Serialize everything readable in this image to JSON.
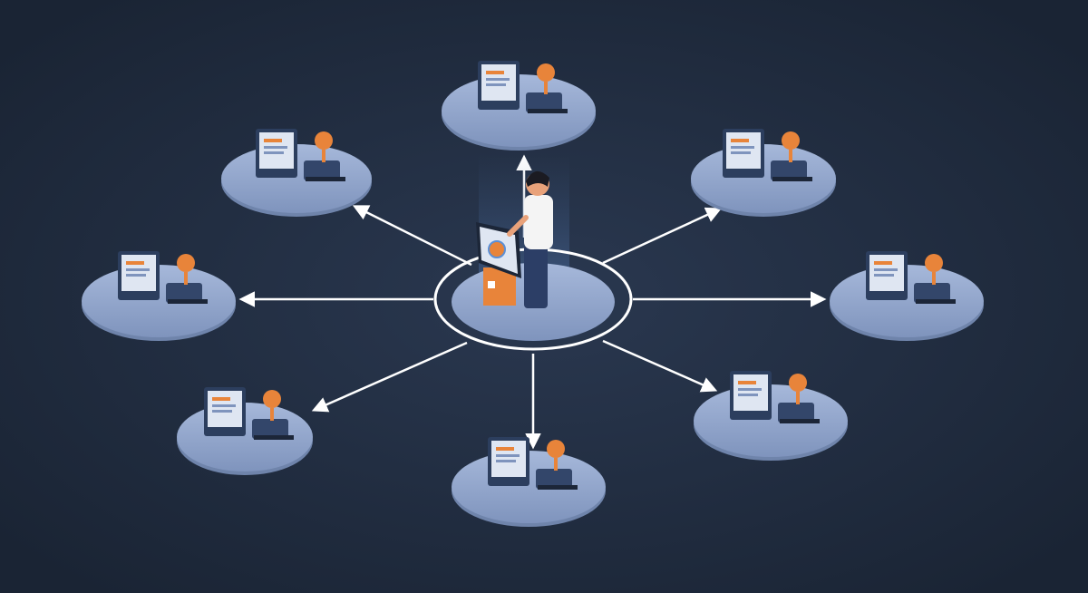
{
  "colors": {
    "background": "#1f2b3d",
    "platform": "#8fa3c8",
    "platform_edge": "#6f84ab",
    "ring": "#ffffff",
    "arrow": "#ffffff",
    "accent_orange": "#e8843a",
    "navy": "#2c3e5e",
    "screen": "#dfe6f2"
  },
  "hub": {
    "icon": "person-at-touchscreen-kiosk"
  },
  "nodes": [
    {
      "id": "top",
      "icon": "robot-and-trophy"
    },
    {
      "id": "top-left",
      "icon": "desktop-computer-and-laptop"
    },
    {
      "id": "top-right",
      "icon": "whiteboard-and-joystick-lightbulb"
    },
    {
      "id": "left",
      "icon": "tablet-books-and-clock"
    },
    {
      "id": "right",
      "icon": "tablet-and-lab-shelf"
    },
    {
      "id": "bottom-left",
      "icon": "graduation-cap-and-documents"
    },
    {
      "id": "bottom",
      "icon": "student-at-laptop"
    },
    {
      "id": "bottom-right",
      "icon": "plant-phone-and-tablet"
    }
  ]
}
